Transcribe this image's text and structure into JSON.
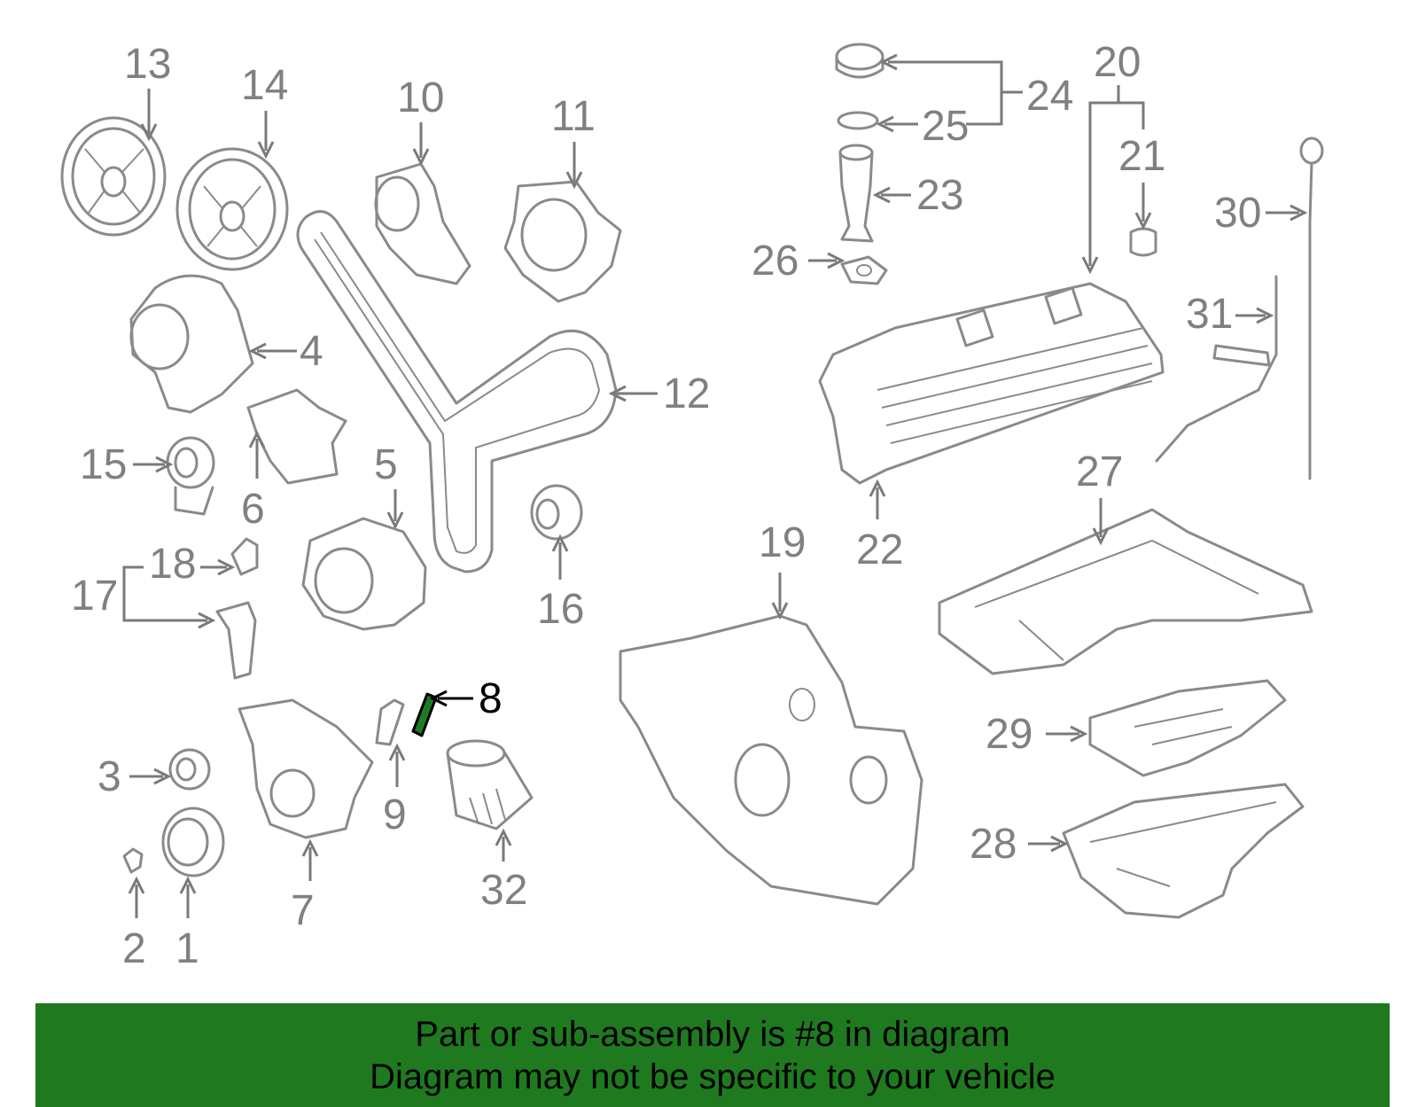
{
  "diagram": {
    "callouts": {
      "c1": "1",
      "c2": "2",
      "c3": "3",
      "c4": "4",
      "c5": "5",
      "c6": "6",
      "c7": "7",
      "c8": "8",
      "c9": "9",
      "c10": "10",
      "c11": "11",
      "c12": "12",
      "c13": "13",
      "c14": "14",
      "c15": "15",
      "c16": "16",
      "c17": "17",
      "c18": "18",
      "c19": "19",
      "c20": "20",
      "c21": "21",
      "c22": "22",
      "c23": "23",
      "c24": "24",
      "c25": "25",
      "c26": "26",
      "c27": "27",
      "c28": "28",
      "c29": "29",
      "c30": "30",
      "c31": "31",
      "c32": "32"
    },
    "highlight_color": "#1f7a1f",
    "line_color": "#8a8a8a"
  },
  "banner": {
    "line1": "Part or sub-assembly is #8 in diagram",
    "line2": "Diagram may not be specific to your vehicle",
    "background": "#1f7a1f"
  }
}
